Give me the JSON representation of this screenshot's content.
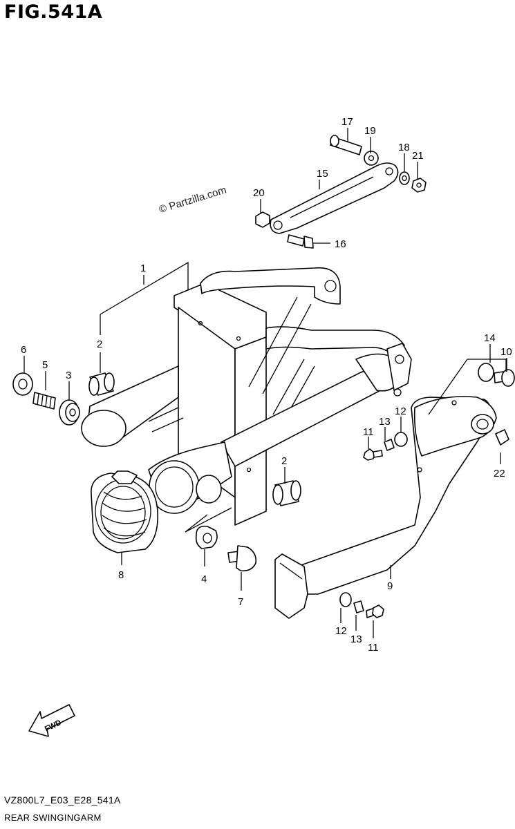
{
  "header": {
    "figure_title": "FIG.541A"
  },
  "watermark": "© Partzilla.com",
  "footer": {
    "code": "VZ800L7_E03_E28_541A",
    "name": "REAR SWINGINGARM"
  },
  "fwd_label": "FWD",
  "callouts": {
    "c1": "1",
    "c2a": "2",
    "c2b": "2",
    "c3": "3",
    "c4": "4",
    "c5": "5",
    "c6": "6",
    "c7": "7",
    "c8": "8",
    "c9": "9",
    "c10": "10",
    "c11a": "11",
    "c11b": "11",
    "c12a": "12",
    "c12b": "12",
    "c13a": "13",
    "c13b": "13",
    "c14": "14",
    "c15": "15",
    "c16": "16",
    "c17": "17",
    "c18": "18",
    "c19": "19",
    "c20": "20",
    "c21": "21",
    "c22": "22"
  }
}
